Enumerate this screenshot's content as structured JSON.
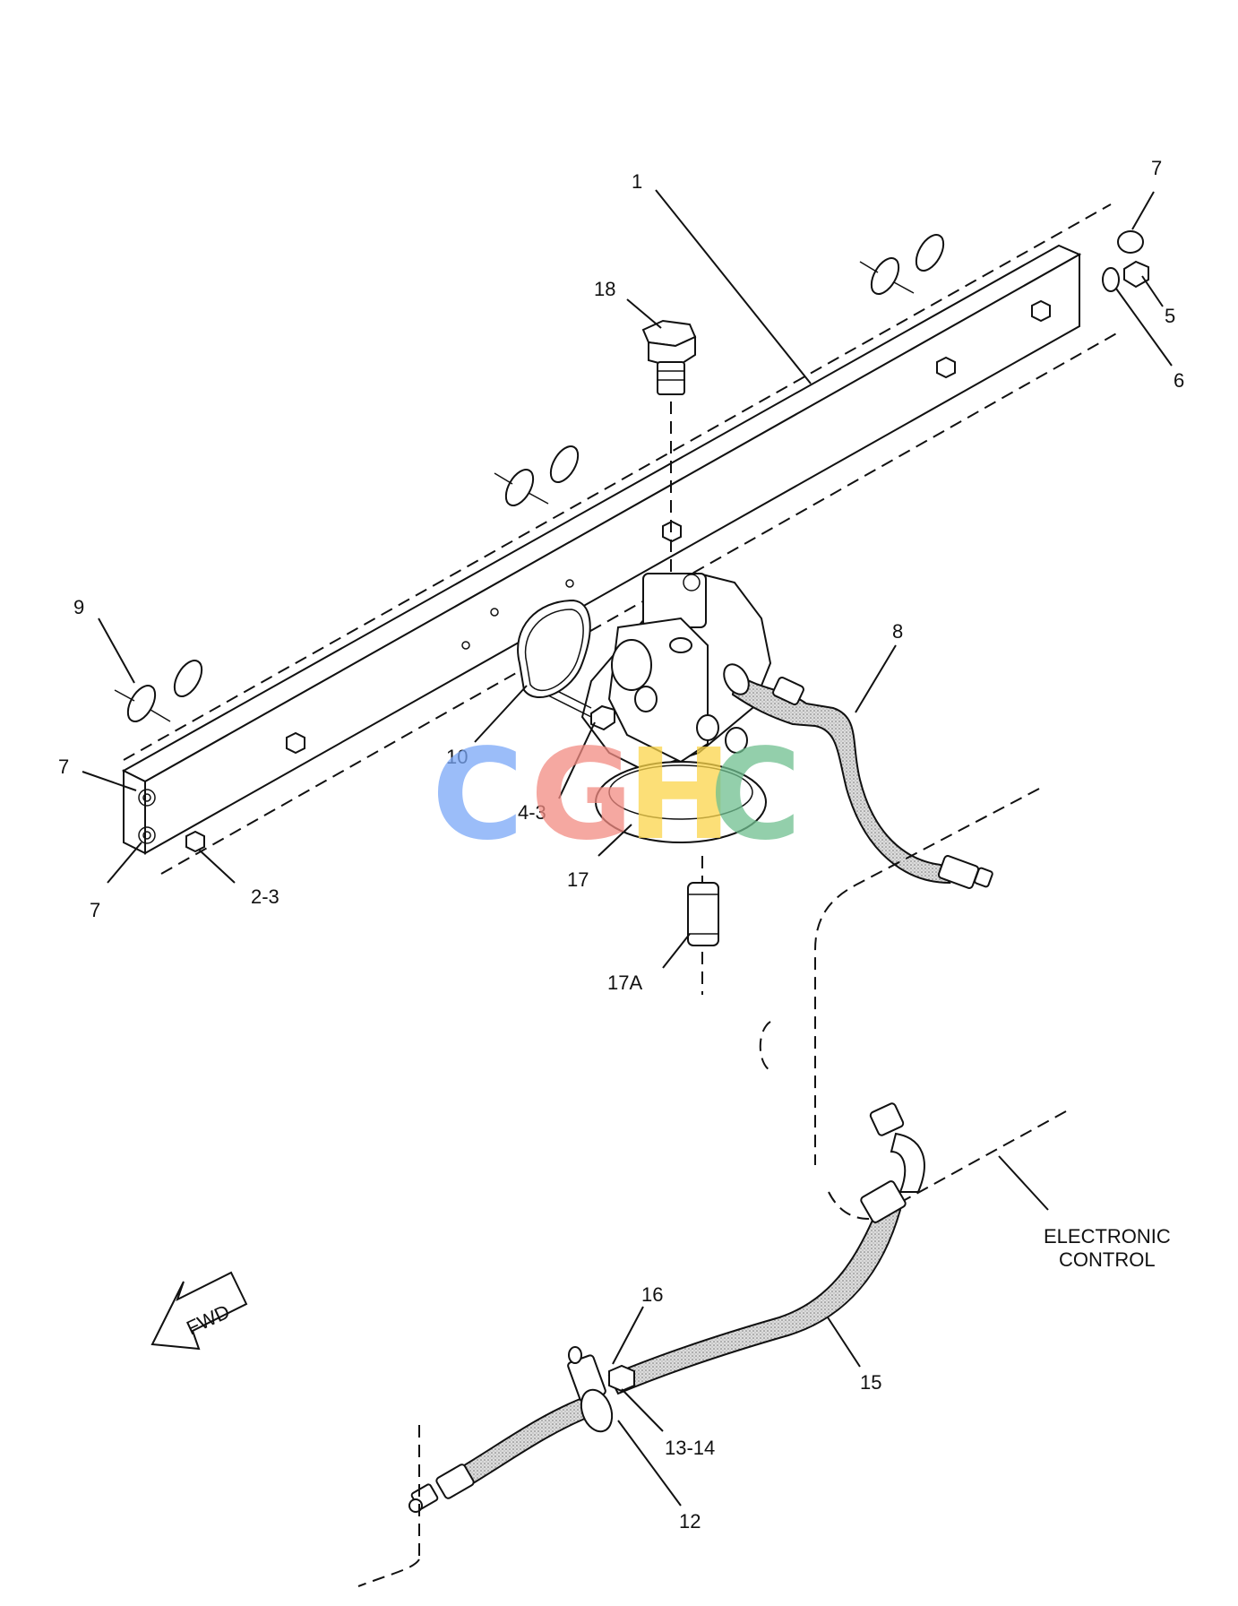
{
  "labels": {
    "p1": "1",
    "p18": "18",
    "p7_top": "7",
    "p5": "5",
    "p6": "6",
    "p9": "9",
    "p10": "10",
    "p8": "8",
    "p7_left_a": "7",
    "p7_left_b": "7",
    "p2_3": "2-3",
    "p4_3": "4-3",
    "p17": "17",
    "p17a": "17A",
    "electronic_control": [
      "ELECTRONIC",
      "CONTROL"
    ],
    "fwd": "FWD",
    "p16": "16",
    "p15": "15",
    "p13_14": "13-14",
    "p12": "12"
  },
  "watermark": {
    "text": "CGHC",
    "letters": [
      {
        "char": "C",
        "color": "#7aa7f7"
      },
      {
        "char": "G",
        "color": "#f28b82"
      },
      {
        "char": "H",
        "color": "#fbd54a"
      },
      {
        "char": "C",
        "color": "#6fbf8f"
      }
    ]
  }
}
